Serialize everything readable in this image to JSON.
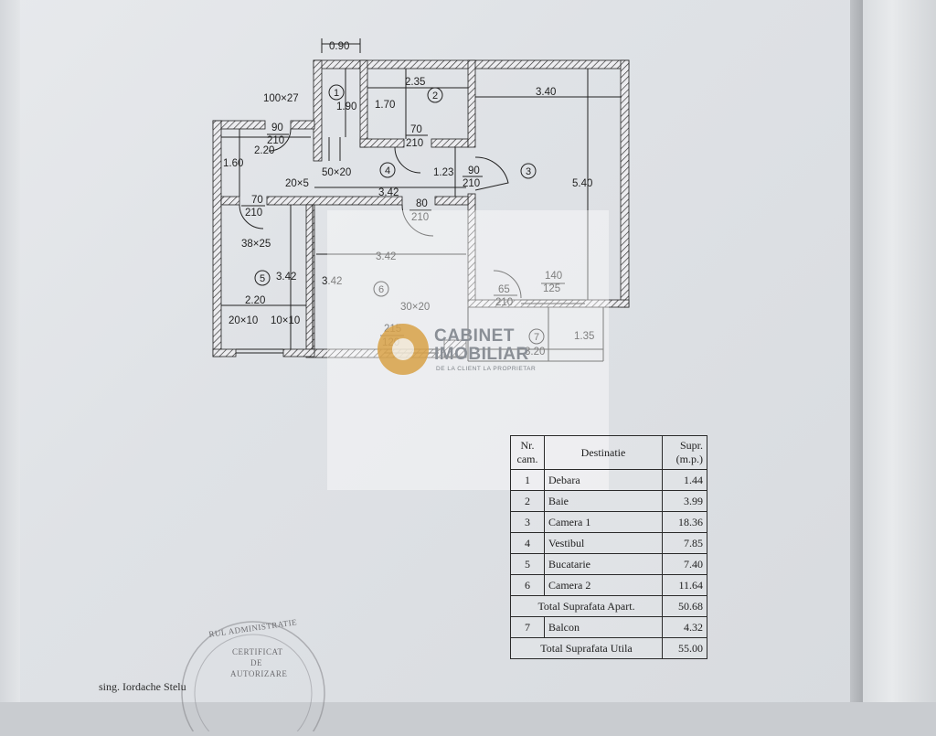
{
  "plan": {
    "dims": {
      "d090": "0.90",
      "d235": "2.35",
      "d340": "3.40",
      "d100x27": "100×27",
      "d190": "1.90",
      "d170": "1.70",
      "d90_210_a_top": "90",
      "d90_210_a_bot": "210",
      "d220_top": "2.20",
      "d160": "1.60",
      "d70_210_a_top": "70",
      "d70_210_a_bot": "210",
      "d50x20": "50×20",
      "d123": "1.23",
      "d90_210_b_top": "90",
      "d90_210_b_bot": "210",
      "d540": "5.40",
      "d20x5": "20×5",
      "d342_mid": "3.42",
      "d70_210_b_top": "70",
      "d70_210_b_bot": "210",
      "d80_210_top": "80",
      "d80_210_bot": "210",
      "d38x25": "38×25",
      "d342_room6": "3.42",
      "d342_left": "3.42",
      "d342_right": "3.42",
      "d140_top": "140",
      "d140_bot": "125",
      "d65_top": "65",
      "d65_bot": "210",
      "d220_bottom": "2.20",
      "d30x20": "30×20",
      "d20x10": "20×10",
      "d10x10": "10×10",
      "d215_top": "215",
      "d215_bot": "120",
      "d135": "1.35",
      "d320": "3.20"
    },
    "room_numbers": {
      "r1": "1",
      "r2": "2",
      "r3": "3",
      "r4": "4",
      "r5": "5",
      "r6": "6",
      "r7": "7"
    }
  },
  "watermark": {
    "name_line1": "CABINET",
    "name_line2": "IMOBILIAR",
    "tagline": "DE LA CLIENT LA PROPRIETAR"
  },
  "table": {
    "headers": {
      "nr": "Nr. cam.",
      "dest": "Destinatie",
      "supr": "Supr. (m.p.)"
    },
    "rows": [
      {
        "nr": "1",
        "dest": "Debara",
        "supr": "1.44"
      },
      {
        "nr": "2",
        "dest": "Baie",
        "supr": "3.99"
      },
      {
        "nr": "3",
        "dest": "Camera  1",
        "supr": "18.36"
      },
      {
        "nr": "4",
        "dest": "Vestibul",
        "supr": "7.85"
      },
      {
        "nr": "5",
        "dest": "Bucatarie",
        "supr": "7.40"
      },
      {
        "nr": "6",
        "dest": "Camera  2",
        "supr": "11.64"
      }
    ],
    "total_apart_label": "Total  Suprafata  Apart.",
    "total_apart_value": "50.68",
    "balcon": {
      "nr": "7",
      "dest": "Balcon",
      "supr": "4.32"
    },
    "total_util_label": "Total  Suprafata  Utila",
    "total_util_value": "55.00"
  },
  "signature": "sing.  Iordache  Stelu",
  "stamp": {
    "ring": "RUL ADMINISTRATIE",
    "line1": "CERTIFICAT",
    "line2": "DE",
    "line3": "AUTORIZARE"
  }
}
